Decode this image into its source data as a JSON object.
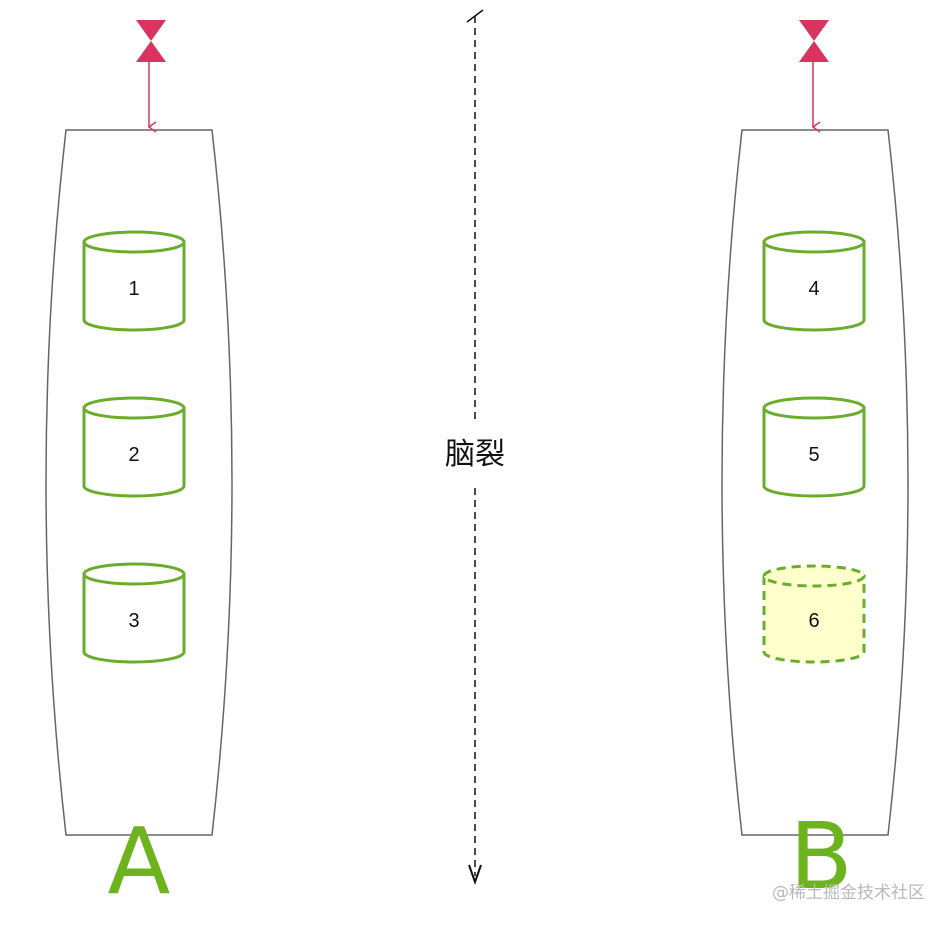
{
  "groups": [
    {
      "letter": "A",
      "nodes": [
        {
          "label": "1",
          "status": "normal"
        },
        {
          "label": "2",
          "status": "normal"
        },
        {
          "label": "3",
          "status": "normal"
        }
      ]
    },
    {
      "letter": "B",
      "nodes": [
        {
          "label": "4",
          "status": "normal"
        },
        {
          "label": "5",
          "status": "normal"
        },
        {
          "label": "6",
          "status": "dashed"
        }
      ]
    }
  ],
  "split": {
    "label": "脑裂"
  },
  "watermark": {
    "text": "@稀土掘金技术社区"
  },
  "colors": {
    "node_stroke": "#6aad2d",
    "dashed_node_fill": "#ffffcc",
    "group_letter": "#6db31e",
    "valve": "#d9335f",
    "container_stroke": "#666666"
  },
  "icons": {
    "valve": "valve-icon"
  }
}
